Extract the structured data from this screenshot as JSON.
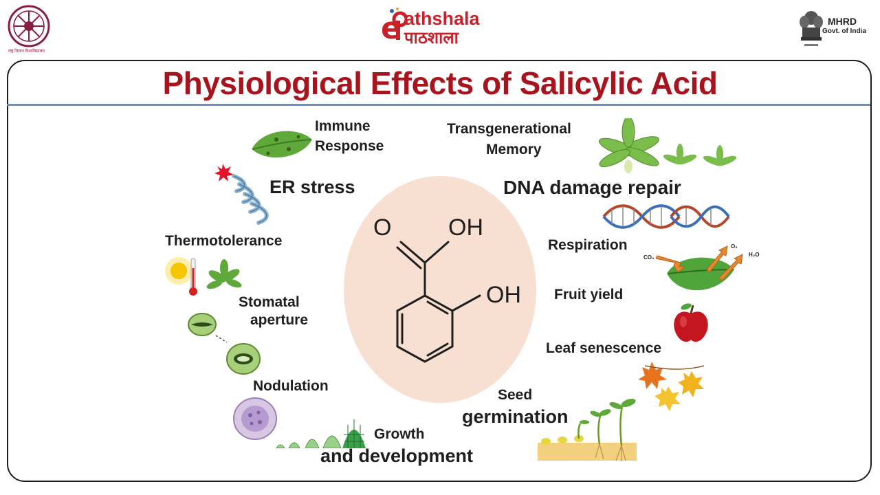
{
  "header": {
    "university_caption": "राष्ट्र विज्ञान विश्वविद्यालय",
    "epathshala_en": "athshala",
    "epathshala_hi": "पाठशाला",
    "ministry": "MHRD",
    "ministry_sub": "Govt. of India"
  },
  "slide": {
    "title": "Physiological Effects of Salicylic Acid"
  },
  "molecule": {
    "carbonyl": "O",
    "acid_group": "OH",
    "hydroxyl": "OH"
  },
  "effects_left": {
    "immune_line1": "Immune",
    "immune_line2": "Response",
    "er_stress": "ER stress",
    "thermotolerance": "Thermotolerance",
    "stomatal_line1": "Stomatal",
    "stomatal_line2": "aperture",
    "nodulation": "Nodulation",
    "growth_line1": "Growth",
    "growth_line2": "and development"
  },
  "effects_right": {
    "transgen_line1": "Transgenerational",
    "transgen_line2": "Memory",
    "dna_repair": "DNA damage repair",
    "respiration": "Respiration",
    "co2": "CO₂",
    "o2": "O₂",
    "h2o": "H₂O",
    "fruit_yield": "Fruit yield",
    "leaf_senescence": "Leaf senescence",
    "seed_line1": "Seed",
    "seed_line2": "germination"
  },
  "colors": {
    "title": "#a8141d",
    "rule": "#6c8fc1",
    "oval": "#f7e0d2",
    "leaf": "#5fa83a",
    "brand_red": "#c9202a"
  }
}
